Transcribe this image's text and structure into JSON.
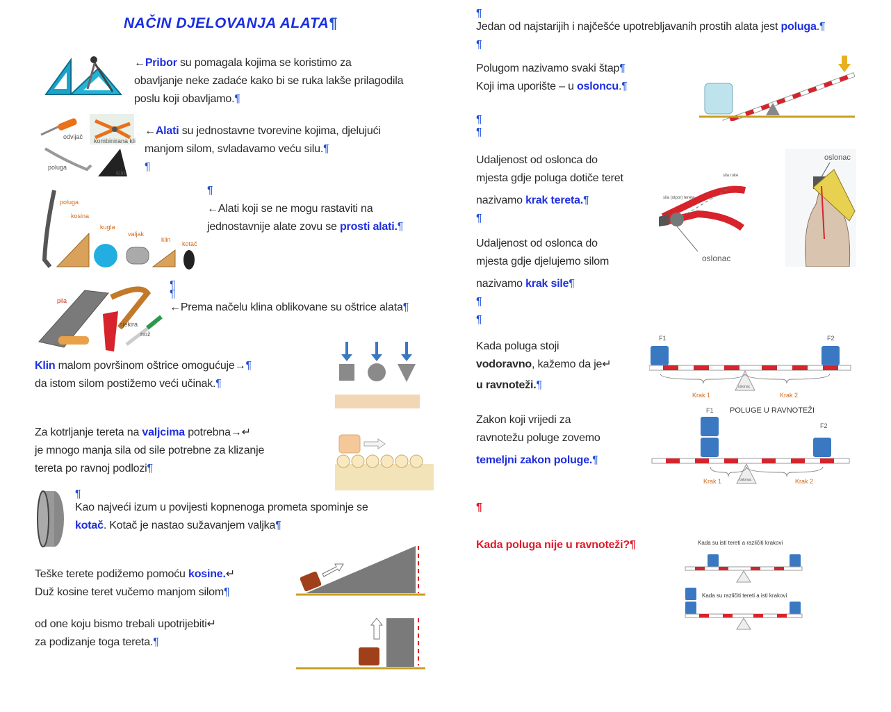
{
  "title": "NAČIN DJELOVANJA ALATA",
  "left": {
    "pribor": {
      "term": "Pribor",
      "line1": " su pomagala kojima se koristimo za",
      "line2": "obavljanje neke zadaće kako bi se ruka lakše prilagodila",
      "line3": "poslu koji obavljamo."
    },
    "alati": {
      "term": "Alati",
      "line1": " su jednostavne tvorevine kojima, djelujući",
      "line2": "manjom silom, svladavamo veću silu."
    },
    "prosti": {
      "line1": "Alati koji se ne mogu rastaviti na",
      "line2a": "jednostavnije alate zovu se ",
      "term": "prosti alati."
    },
    "klina_edge": "Prema načelu klina oblikovane su oštrice alata",
    "klin": {
      "term": "Klin",
      "line1": " malom površinom oštrice omogućuje",
      "line2": "da istom silom postižemo veći učinak."
    },
    "valjci": {
      "line1a": "Za kotrljanje tereta na ",
      "term": "valjcima",
      "line1b": " potrebna",
      "line2": "je mnogo manja sila od sile potrebne za klizanje",
      "line3": "tereta po ravnoj podlozi"
    },
    "kotac": {
      "line1": "Kao najveći izum u povijesti kopnenoga prometa spominje se",
      "term": "kotač",
      "line2": ". Kotač je nastao sužavanjem valjka"
    },
    "kosine": {
      "line1a": "Teške terete podižemo pomoću ",
      "term": "kosine.",
      "line2": "Duž kosine teret vučemo manjom silom",
      "line3": "od one koju bismo trebali upotrijebiti",
      "line4": "za podizanje toga tereta."
    },
    "img_labels": {
      "odvijac": "odvijač",
      "klijesta": "kombinirana kliješta",
      "poluga": "poluga",
      "klin": "klin",
      "poluga2": "poluga",
      "kosina": "kosina",
      "kugla": "kugla",
      "valjak": "valjak",
      "klin2": "klin",
      "kotac": "kotač",
      "pila": "pila",
      "sjekira": "sjekira",
      "noz": "nož"
    }
  },
  "right": {
    "intro": {
      "line1a": "Jedan od najstarijih i najčešće upotrebljavanih prostih alata jest ",
      "term": "poluga",
      "line1b": "."
    },
    "def": {
      "line1": "Polugom nazivamo svaki štap",
      "line2a": "Koji ima uporište – u ",
      "term": "osloncu",
      "line2b": "."
    },
    "krak_tereta": {
      "line1": "Udaljenost od oslonca do",
      "line2": "mjesta gdje poluga dotiče teret",
      "line3a": "nazivamo ",
      "term": "krak tereta."
    },
    "krak_sile": {
      "line1": "Udaljenost od oslonca do",
      "line2": "mjesta gdje djelujemo silom",
      "line3a": "nazivamo ",
      "term": "krak sile"
    },
    "ravnoteza": {
      "line1": "Kada poluga stoji",
      "term1": "vodoravno",
      "line2": ", kažemo da je",
      "term2": "u ravnoteži."
    },
    "zakon": {
      "line1": "Zakon koji vrijedi za",
      "line2": "ravnotežu poluge zovemo",
      "term": "temeljni zakon poluge."
    },
    "question": "Kada poluga nije u ravnoteži?",
    "img_labels": {
      "oslonac": "oslonac",
      "oslonac2": "oslonac",
      "sila_ruke": "sila ruke",
      "sila_tereta": "sila (otpor) tereta",
      "f1": "F1",
      "f2": "F2",
      "krak1": "Krak 1",
      "krak2": "Krak 2",
      "oslonac_small": "oslonac",
      "poluge_ravnotezi": "POLUGE U RAVNOTEŽI",
      "isti_tereti": "Kada su isti tereti a različiti krakovi",
      "razliciti_tereti": "Kada su različiti tereti a isti krakovi"
    }
  },
  "marks": {
    "pilcrow": "¶",
    "arrow_left": "←",
    "arrow_right": "→",
    "return": "↵"
  }
}
